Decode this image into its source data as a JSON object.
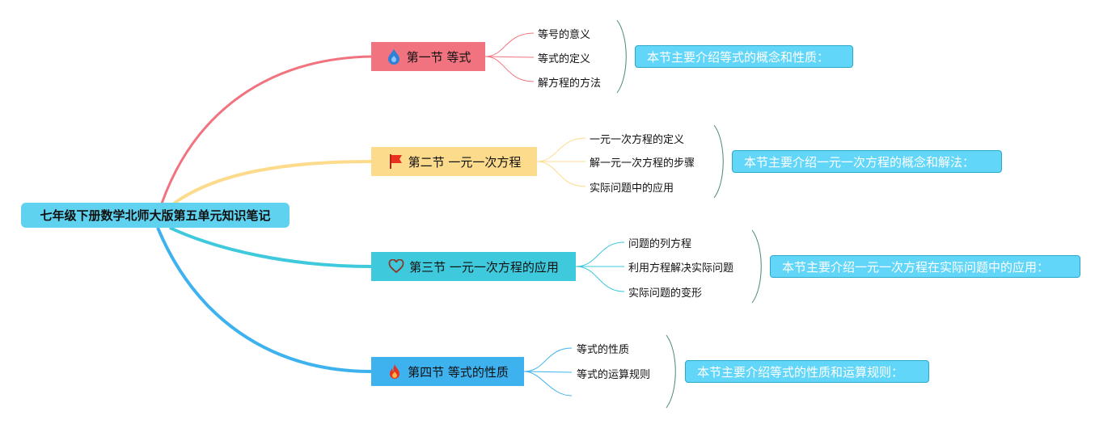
{
  "root": {
    "title": "七年级下册数学北师大版第五单元知识笔记"
  },
  "colors": {
    "root": "#5ed2ef",
    "branch1": "#f1737f",
    "branch2": "#fddb8c",
    "branch3": "#3ec9dc",
    "branch4": "#3eb2ef",
    "summary": "#62d6f8"
  },
  "sections": [
    {
      "title": "第一节 等式",
      "icon": "flame-drop-icon",
      "children": [
        "等号的意义",
        "等式的定义",
        "解方程的方法"
      ],
      "summary": "本节主要介绍等式的概念和性质："
    },
    {
      "title": "第二节 一元一次方程",
      "icon": "red-flag-icon",
      "children": [
        "一元一次方程的定义",
        "解一元一次方程的步骤",
        "实际问题中的应用"
      ],
      "summary": "本节主要介绍一元一次方程的概念和解法："
    },
    {
      "title": "第三节 一元一次方程的应用",
      "icon": "heart-icon",
      "children": [
        "问题的列方程",
        "利用方程解决实际问题",
        "实际问题的变形"
      ],
      "summary": "本节主要介绍一元一次方程在实际问题中的应用："
    },
    {
      "title": "第四节 等式的性质",
      "icon": "fire-icon",
      "children": [
        "等式的性质",
        "等式的运算规则"
      ],
      "summary": "本节主要介绍等式的性质和运算规则："
    }
  ]
}
